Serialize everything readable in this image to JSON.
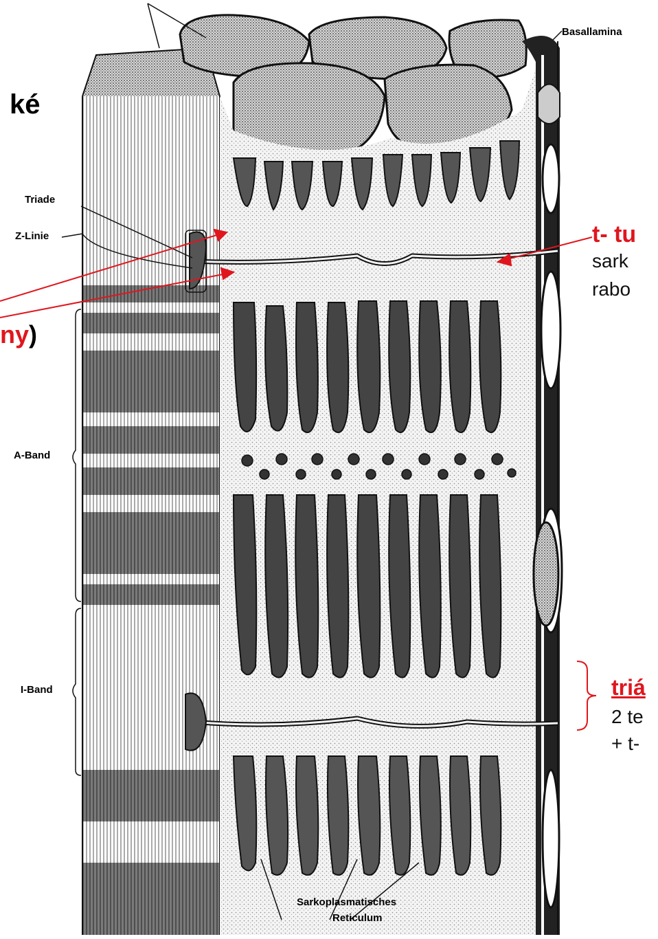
{
  "labels": {
    "basallamina": "Basallamina",
    "triade": "Triade",
    "z_linie": "Z-Linie",
    "a_band": "A-Band",
    "i_band": "I-Band",
    "sarko_line1": "Sarkoplasmatisches",
    "sarko_line2": "Reticulum"
  },
  "overlay": {
    "fragment_ke": "ké",
    "fragment_ny": "ny",
    "fragment_paren": ")",
    "t_tubule_title": "t- tu",
    "t_tubule_line2": "sark",
    "t_tubule_line3": "rabo",
    "triad_title": "triá",
    "triad_line2": "2 te",
    "triad_line3": "+ t-"
  },
  "colors": {
    "accent": "#e0161d",
    "ink": "#111111",
    "membrane": "#2a2a2a"
  }
}
